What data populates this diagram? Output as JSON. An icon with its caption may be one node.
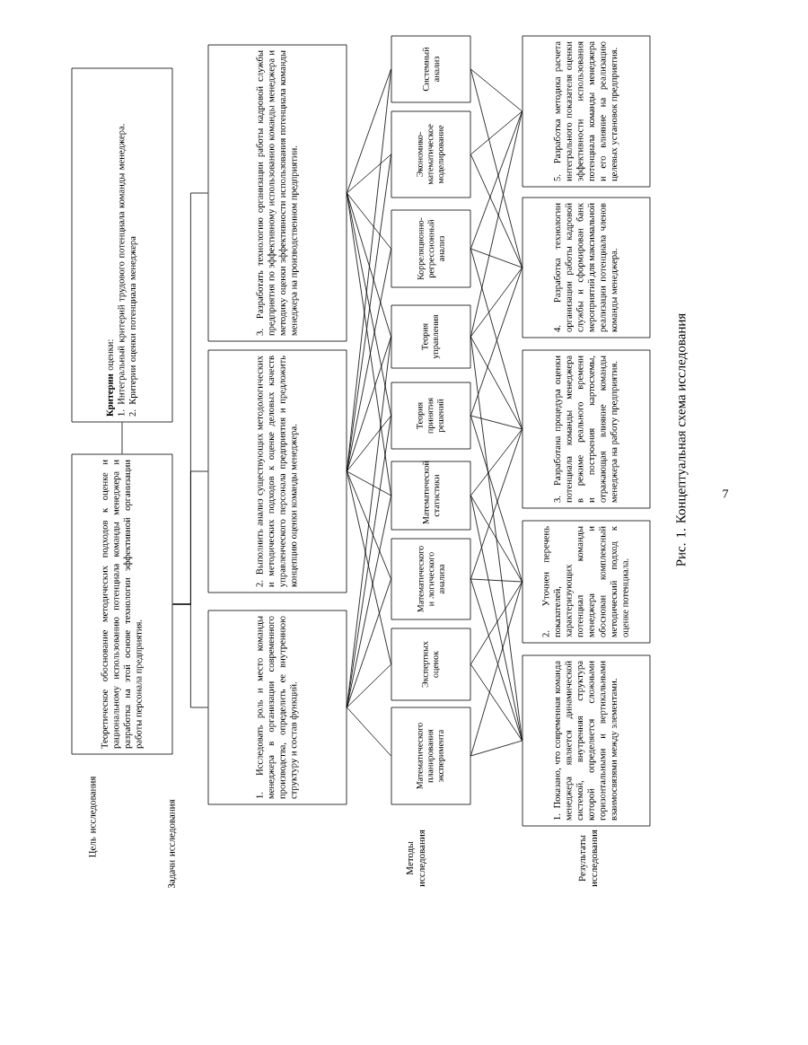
{
  "diagram": {
    "caption": "Рис. 1. Концептуальная схема исследования",
    "nodes": [
      {
        "text": [
          "Теоретическое обоснование методических подходов к оценке и рациональному использованию потенциала команды менеджера и разработка на этой основе технологии эффективной организации работы персонала предприятия."
        ]
      },
      {
        "text": [
          "**Критерии** оценки:",
          "1. Интегральный критерий трудового потенциала команды менеджера.",
          "2. Критерии оценки потенциала менеджера"
        ]
      },
      {
        "text": [
          "1. Исследовать роль и место команды менеджера в организации современного производства, определить ее внутреннюю структуру и состав функций."
        ]
      },
      {
        "text": [
          "2. Выполнить анализ существующих методологических и методических подходов к оценке деловых качеств управленческого персонала предприятия и предложить концепцию оценки команды менеджера."
        ]
      },
      {
        "text": [
          "3. Разработать технологию организации работы кадровой службы предприятия по эффективному использованию команды менеджера и методику оценки эффективности использования потенциала команды менеджера на производственном предприятии."
        ]
      },
      {
        "text": [
          "Математического планирования эксперимента"
        ]
      },
      {
        "text": [
          "Экспертных оценок"
        ]
      },
      {
        "text": [
          "Математического и логического анализа"
        ]
      },
      {
        "text": [
          "Математической статистики"
        ]
      },
      {
        "text": [
          "Теория принятия решений"
        ]
      },
      {
        "text": [
          "Теория управления"
        ]
      },
      {
        "text": [
          "Корреляционно-регрессионный анализ"
        ]
      },
      {
        "text": [
          "Экономико-математическое моделирование"
        ]
      },
      {
        "text": [
          "Системный анализ"
        ]
      },
      {
        "text": [
          "1. Показано, что современная команда менеджера является динамической системой, внутренняя структура которой определяется сложными горизонтальными и вертикальными взаимосвязями между элементами."
        ]
      },
      {
        "text": [
          "2. Уточнен перечень показателей, характеризующих потенциал команды менеджера и обоснован комплексный методический подход к оценке потенциала."
        ]
      },
      {
        "text": [
          "3. Разработана процедура оценки потенциала команды менеджера в режиме реального времени и построения картосхемы, отражающая влияние команды менеджера на работу предприятия."
        ]
      },
      {
        "text": [
          "4. Разработка технологии организации работы кадровой службы и сформирован банк мероприятий для максимальной реализации потенциала членов команды менеджера."
        ]
      },
      {
        "text": [
          "5. Разработка методика расчета интегрального показателя оценки эффективности использования потенциала команды менеджера и его влияние на реализацию целевых установок предприятия."
        ]
      }
    ],
    "edges": [
      {
        "from": 1,
        "to": 0,
        "arrow": "none"
      },
      {
        "from": 0,
        "to": 2,
        "arrow": "none"
      },
      {
        "from": 0,
        "to": 3,
        "arrow": "none"
      },
      {
        "from": 0,
        "to": 4,
        "arrow": "none"
      },
      {
        "from": 2,
        "to": 5,
        "arrow": "none"
      },
      {
        "from": 2,
        "to": 6,
        "arrow": "none"
      },
      {
        "from": 2,
        "to": 7,
        "arrow": "none"
      },
      {
        "from": 2,
        "to": 8,
        "arrow": "none"
      },
      {
        "from": 2,
        "to": 9,
        "arrow": "none"
      },
      {
        "from": 2,
        "to": 10,
        "arrow": "none"
      },
      {
        "from": 3,
        "to": 6,
        "arrow": "none"
      },
      {
        "from": 3,
        "to": 7,
        "arrow": "none"
      },
      {
        "from": 3,
        "to": 8,
        "arrow": "none"
      },
      {
        "from": 3,
        "to": 9,
        "arrow": "none"
      },
      {
        "from": 3,
        "to": 10,
        "arrow": "none"
      },
      {
        "from": 3,
        "to": 11,
        "arrow": "none"
      },
      {
        "from": 3,
        "to": 12,
        "arrow": "none"
      },
      {
        "from": 3,
        "to": 13,
        "arrow": "none"
      },
      {
        "from": 4,
        "to": 8,
        "arrow": "none"
      },
      {
        "from": 4,
        "to": 9,
        "arrow": "none"
      },
      {
        "from": 4,
        "to": 10,
        "arrow": "none"
      },
      {
        "from": 4,
        "to": 11,
        "arrow": "none"
      },
      {
        "from": 4,
        "to": 12,
        "arrow": "none"
      },
      {
        "from": 4,
        "to": 13,
        "arrow": "none"
      },
      {
        "from": 5,
        "to": 14,
        "arrow": "none"
      },
      {
        "from": 6,
        "to": 14,
        "arrow": "none"
      },
      {
        "from": 7,
        "to": 14,
        "arrow": "none"
      },
      {
        "from": 8,
        "to": 14,
        "arrow": "none"
      },
      {
        "from": 10,
        "to": 14,
        "arrow": "none"
      },
      {
        "from": 5,
        "to": 15,
        "arrow": "none"
      },
      {
        "from": 6,
        "to": 15,
        "arrow": "none"
      },
      {
        "from": 7,
        "to": 15,
        "arrow": "none"
      },
      {
        "from": 8,
        "to": 15,
        "arrow": "none"
      },
      {
        "from": 9,
        "to": 15,
        "arrow": "none"
      },
      {
        "from": 7,
        "to": 16,
        "arrow": "none"
      },
      {
        "from": 8,
        "to": 16,
        "arrow": "none"
      },
      {
        "from": 9,
        "to": 16,
        "arrow": "none"
      },
      {
        "from": 10,
        "to": 16,
        "arrow": "none"
      },
      {
        "from": 11,
        "to": 16,
        "arrow": "none"
      },
      {
        "from": 9,
        "to": 17,
        "arrow": "none"
      },
      {
        "from": 10,
        "to": 17,
        "arrow": "none"
      },
      {
        "from": 11,
        "to": 17,
        "arrow": "none"
      },
      {
        "from": 12,
        "to": 17,
        "arrow": "none"
      },
      {
        "from": 13,
        "to": 17,
        "arrow": "none"
      },
      {
        "from": 10,
        "to": 18,
        "arrow": "none"
      },
      {
        "from": 11,
        "to": 18,
        "arrow": "none"
      },
      {
        "from": 12,
        "to": 18,
        "arrow": "none"
      },
      {
        "from": 13,
        "to": 18,
        "arrow": "none"
      }
    ],
    "labels": [
      "Цель исследования",
      "Задачи исследования",
      "Методы исследования",
      "Результаты исследования",
      "7"
    ]
  }
}
